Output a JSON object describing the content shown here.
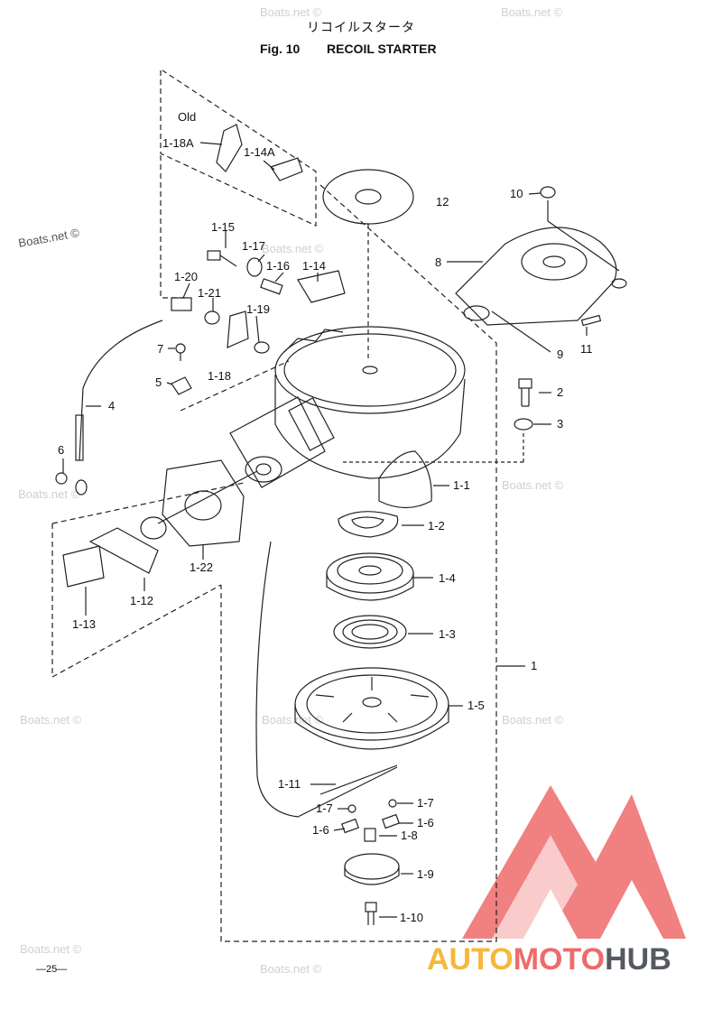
{
  "title": {
    "japanese": "リコイルスタータ",
    "fig": "Fig. 10",
    "name": "RECOIL STARTER"
  },
  "old_label": "Old",
  "page_number": "—25—",
  "watermark": "Boats.net ©",
  "logo": {
    "part1": "AUTO",
    "part2": "MOTO",
    "part3": "HUB",
    "colors": {
      "auto": "#f4b83a",
      "moto": "#ef6a6a",
      "hub": "#555a60",
      "triangle": "#ef6a6a"
    }
  },
  "callouts": {
    "c1_18a": "1-18A",
    "c1_14a": "1-14A",
    "c12": "12",
    "c10": "10",
    "c8": "8",
    "c9": "9",
    "c11": "11",
    "c1_15": "1-15",
    "c1_17": "1-17",
    "c1_16": "1-16",
    "c1_14": "1-14",
    "c1_20": "1-20",
    "c1_21": "1-21",
    "c1_19": "1-19",
    "c7": "7",
    "c5": "5",
    "c1_18": "1-18",
    "c4": "4",
    "c2": "2",
    "c3": "3",
    "c6": "6",
    "c1_1": "1-1",
    "c1_2": "1-2",
    "c1_22": "1-22",
    "c1_4": "1-4",
    "c1_12": "1-12",
    "c1_13": "1-13",
    "c1_3": "1-3",
    "c1": "1",
    "c1_5": "1-5",
    "c1_11": "1-11",
    "c1_7a": "1-7",
    "c1_7b": "1-7",
    "c1_6a": "1-6",
    "c1_6b": "1-6",
    "c1_8": "1-8",
    "c1_9": "1-9",
    "c1_10": "1-10"
  }
}
